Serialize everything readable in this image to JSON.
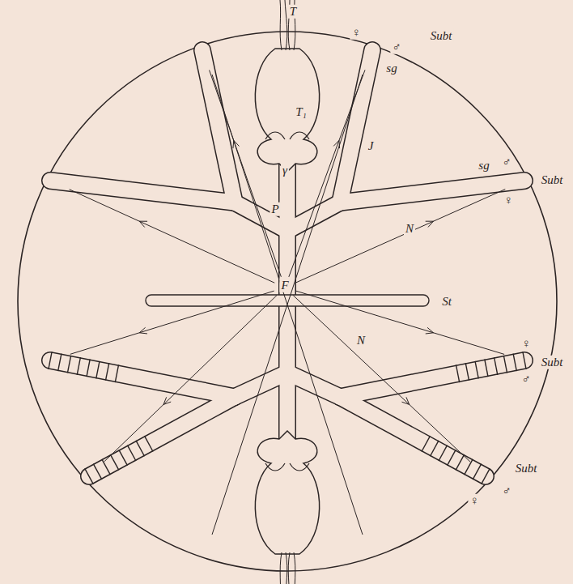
{
  "diagram": {
    "labels": [
      "T",
      "♀",
      "♂",
      "Subt",
      "sg",
      "T₁",
      "J",
      "♂",
      "sg",
      "Subt",
      "♀",
      "γ",
      "P",
      "N",
      "F",
      "St",
      "N",
      "♀",
      "Subt",
      "♂",
      "♀",
      "♂",
      "Subt"
    ]
  }
}
